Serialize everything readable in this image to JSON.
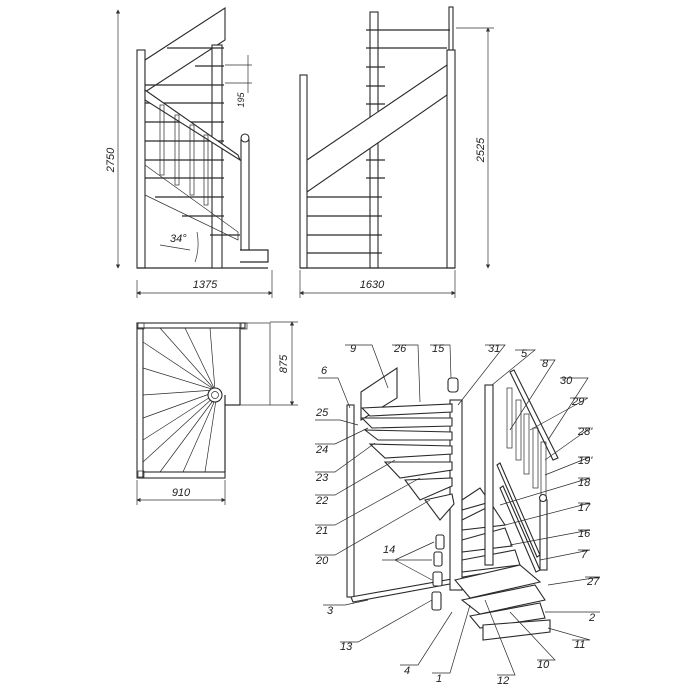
{
  "dimensions": {
    "side_height": "2750",
    "side_width": "1375",
    "riser_height": "195",
    "angle": "34°",
    "front_height": "2525",
    "front_width": "1630",
    "plan_depth": "875",
    "plan_width": "910"
  },
  "callouts": [
    "9",
    "26",
    "15",
    "31",
    "5",
    "8",
    "30",
    "29",
    "28'",
    "19'",
    "18",
    "17",
    "16",
    "7",
    "27",
    "2",
    "11",
    "10",
    "12",
    "1",
    "4",
    "13",
    "3",
    "20",
    "21",
    "22",
    "23",
    "24",
    "25",
    "6",
    "14"
  ]
}
